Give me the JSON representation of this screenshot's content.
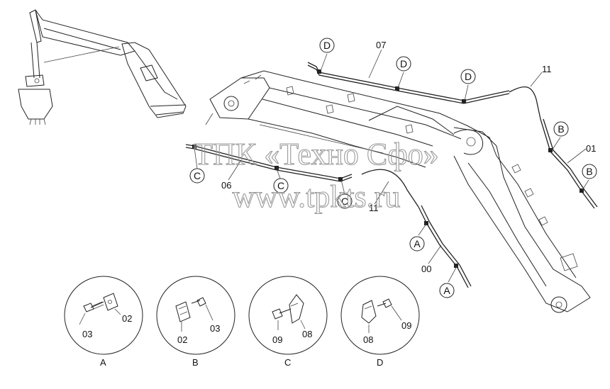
{
  "watermark": {
    "line1": "ТПК «Техно Сфо»",
    "line2": "www.tpkts.ru"
  },
  "part_labels": {
    "p07": "07",
    "p11_top": "11",
    "p01": "01",
    "p06": "06",
    "p11_bottom": "11",
    "p00": "00"
  },
  "callouts": {
    "d1": "D",
    "d2": "D",
    "d3": "D",
    "b1": "B",
    "b2": "B",
    "c1": "C",
    "c2": "C",
    "c3": "C",
    "a1": "A",
    "a2": "A"
  },
  "details": [
    {
      "letter": "A",
      "labels": [
        "03",
        "02"
      ]
    },
    {
      "letter": "B",
      "labels": [
        "02",
        "03"
      ]
    },
    {
      "letter": "C",
      "labels": [
        "09",
        "08"
      ]
    },
    {
      "letter": "D",
      "labels": [
        "08",
        "09"
      ]
    }
  ]
}
